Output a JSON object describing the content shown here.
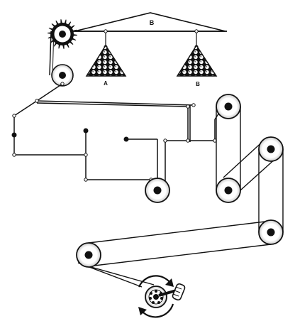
{
  "labels": {
    "beam": "B",
    "pile_a": "A",
    "pile_b": "B"
  },
  "colors": {
    "ink": "#111111",
    "paper": "#ffffff",
    "pulley_rim": "#bfbfbf"
  },
  "icons": {
    "drive": "gear-icon",
    "crank": "crank-handle-icon",
    "rotation": "rotation-arrows-icon"
  }
}
